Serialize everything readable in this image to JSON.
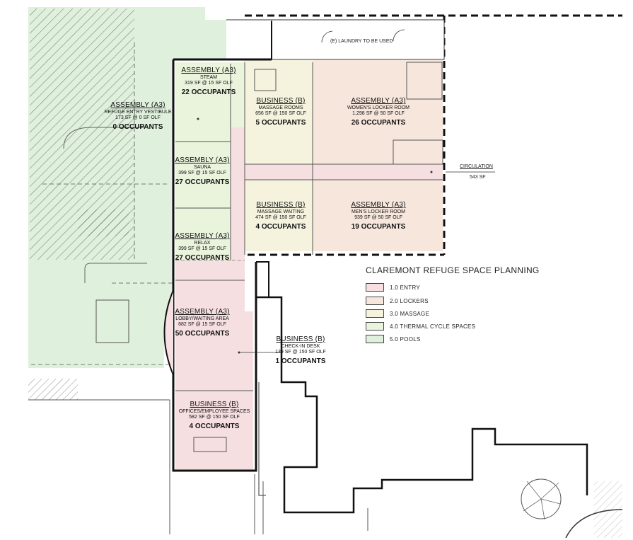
{
  "legend": {
    "title": "CLAREMONT REFUGE SPACE PLANNING",
    "items": [
      {
        "label": "1.0 ENTRY",
        "color": "#f6dfe1"
      },
      {
        "label": "2.0 LOCKERS",
        "color": "#f7e6dc"
      },
      {
        "label": "3.0 MASSAGE",
        "color": "#f5f3de"
      },
      {
        "label": "4.0 THERMAL CYCLE SPACES",
        "color": "#eaf3dc"
      },
      {
        "label": "5.0 POOLS",
        "color": "#dff0dc"
      }
    ]
  },
  "notes": {
    "laundry": "(E) LAUNDRY TO BE USED",
    "circulation_title": "CIRCULATION",
    "circulation_area": "543 SF"
  },
  "rooms": {
    "steam": {
      "type": "ASSEMBLY (A3)",
      "name": "STEAM",
      "calc": "319 SF @ 15 SF OLF",
      "occ": "22 OCCUPANTS"
    },
    "vestibule": {
      "type": "ASSEMBLY (A3)",
      "name": "REFUGE ENTRY VESTIBULE",
      "calc": "173 SF @ 0 SF OLF",
      "occ": "0 OCCUPANTS"
    },
    "massage_rooms": {
      "type": "BUSINESS (B)",
      "name": "MASSAGE ROOMS",
      "calc": "656 SF @ 150 SF OLF",
      "occ": "5 OCCUPANTS"
    },
    "womens": {
      "type": "ASSEMBLY (A3)",
      "name": "WOMEN'S LOCKER ROOM",
      "calc": "1,298 SF @ 50 SF OLF",
      "occ": "26 OCCUPANTS"
    },
    "sauna": {
      "type": "ASSEMBLY (A3)",
      "name": "SAUNA",
      "calc": "399 SF @ 15 SF OLF",
      "occ": "27 OCCUPANTS"
    },
    "massage_waiting": {
      "type": "BUSINESS (B)",
      "name": "MASSAGE WAITING",
      "calc": "474 SF @ 150 SF OLF",
      "occ": "4 OCCUPANTS"
    },
    "mens": {
      "type": "ASSEMBLY (A3)",
      "name": "MEN'S LOCKER ROOM",
      "calc": "939 SF @ 50 SF OLF",
      "occ": "19 OCCUPANTS"
    },
    "relax": {
      "type": "ASSEMBLY (A3)",
      "name": "RELAX",
      "calc": "399 SF @ 15 SF OLF",
      "occ": "27 OCCUPANTS"
    },
    "lobby": {
      "type": "ASSEMBLY (A3)",
      "name": "LOBBY/WAITING AREA",
      "calc": "682 SF @ 15 SF OLF",
      "occ": "50 OCCUPANTS"
    },
    "checkin": {
      "type": "BUSINESS (B)",
      "name": "CHECK-IN DESK",
      "calc": "139 SF @ 150 SF OLF",
      "occ": "1 OCCUPANTS"
    },
    "offices": {
      "type": "BUSINESS (B)",
      "name": "OFFICES/EMPLOYEE SPACES",
      "calc": "582 SF @ 150 SF OLF",
      "occ": "4 OCCUPANTS"
    }
  }
}
